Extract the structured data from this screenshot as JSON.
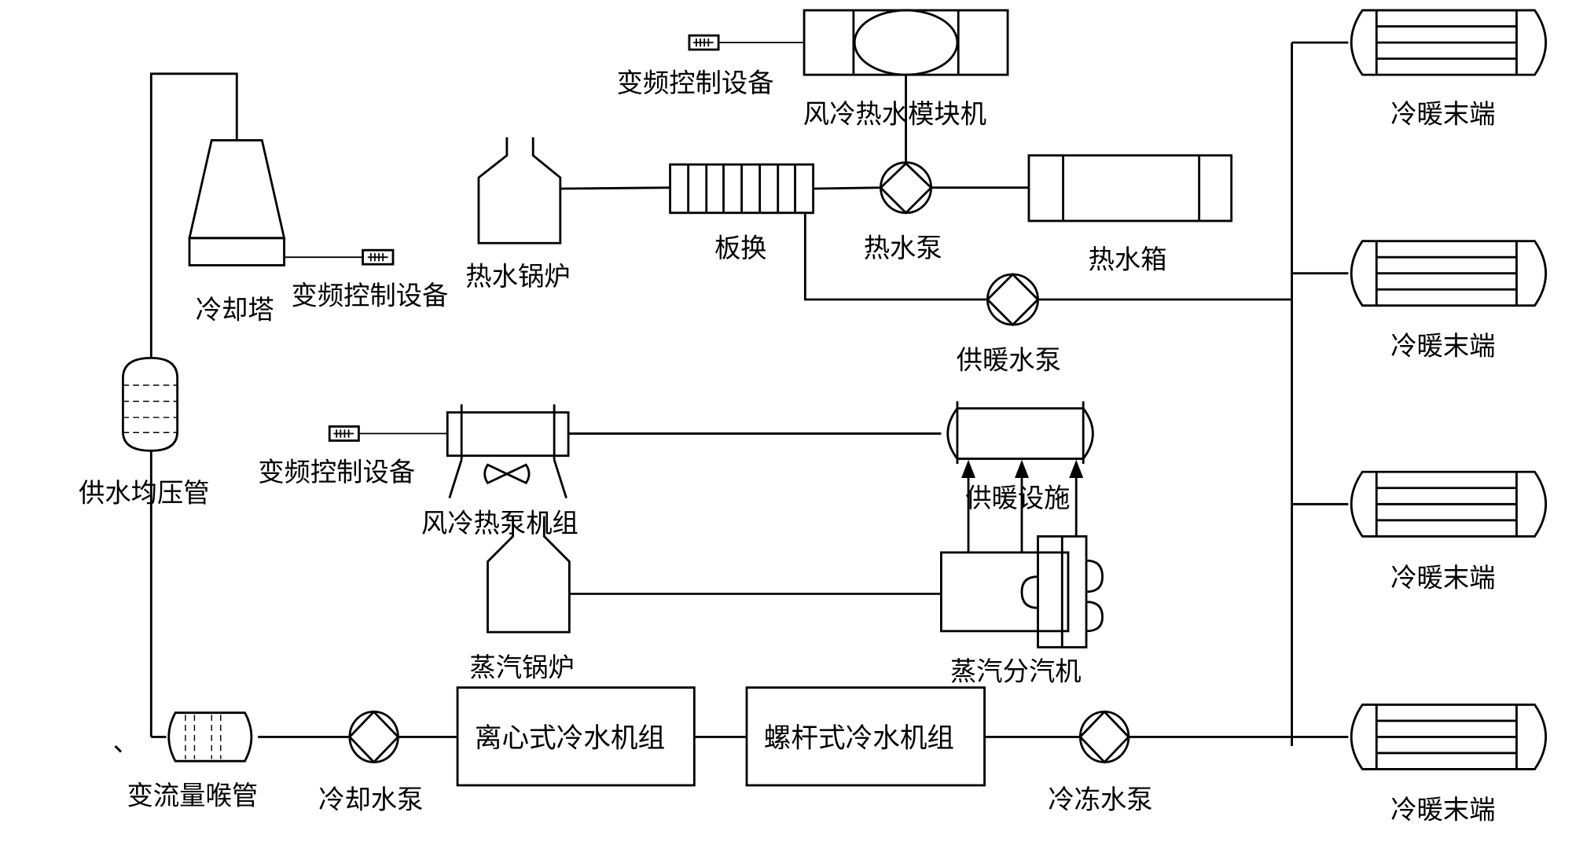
{
  "diagram": {
    "type": "hvac-system-schematic",
    "line_color": "#000000",
    "background": "#ffffff",
    "labels": {
      "cooling_tower": "冷却塔",
      "vfd_cooling_tower": "变频控制设备",
      "vfd_module_unit": "变频控制设备",
      "vfd_heat_pump": "变频控制设备",
      "air_cooled_hot_water_module": "风冷热水模块机",
      "hot_water_boiler": "热水锅炉",
      "plate_exchanger": "板换",
      "hot_water_pump": "热水泵",
      "hot_water_tank": "热水箱",
      "heating_pump": "供暖水泵",
      "supply_header": "供水均压管",
      "air_cooled_heat_pump": "风冷热泵机组",
      "heating_facility": "供暖设施",
      "steam_boiler": "蒸汽锅炉",
      "steam_distributor": "蒸汽分汽机",
      "centrifugal_chiller": "离心式冷水机组",
      "screw_chiller": "螺杆式冷水机组",
      "variable_flow_throat": "变流量喉管",
      "cooling_water_pump": "冷却水泵",
      "chilled_water_pump": "冷冻水泵",
      "terminals": [
        "冷暖末端",
        "冷暖末端",
        "冷暖末端",
        "冷暖末端"
      ],
      "stray_mark": "、"
    }
  }
}
